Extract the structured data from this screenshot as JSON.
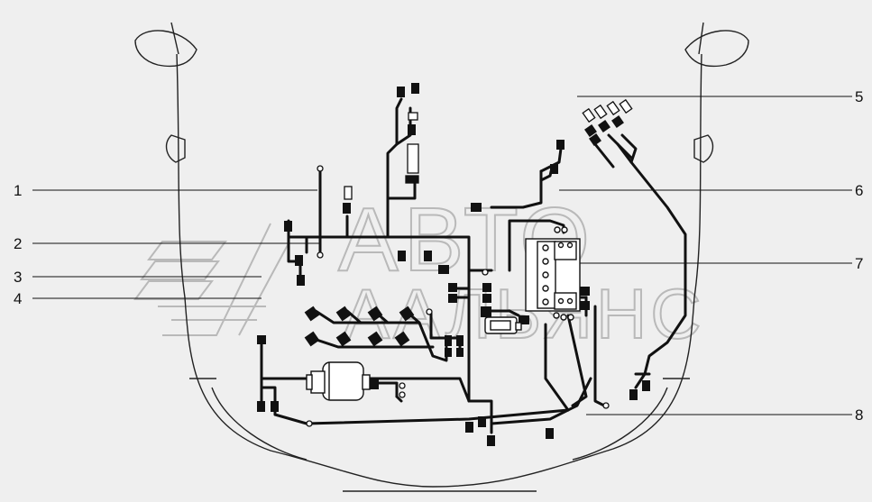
{
  "callouts": [
    "1",
    "2",
    "3",
    "4",
    "5",
    "6",
    "7",
    "8"
  ],
  "watermark": {
    "line1": "АВТО",
    "line2": "ААЛЬЯНС"
  },
  "colors": {
    "background": "#efefef",
    "lines": "#111111",
    "body_outline": "#222222",
    "watermark": "#b9b9b9"
  }
}
